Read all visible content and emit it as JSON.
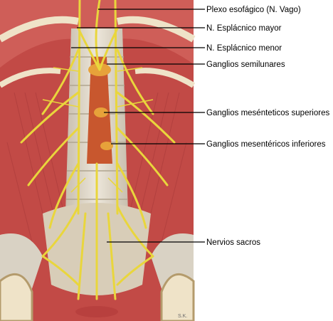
{
  "labels": [
    "Plexo esofágico (N. Vago)",
    "N. Esplácnico mayor",
    "N. Esplácnico menor",
    "Ganglios semilunares",
    "Ganglios mesénteticos superiores",
    "Ganglios mesentéricos inferiores",
    "Nervios sacros"
  ],
  "signature": "S.K.",
  "colors": {
    "muscle": "#c9544f",
    "muscle_dark": "#a83a3a",
    "spine": "#d9d2c4",
    "nerve": "#e9d63c",
    "nerve_dark": "#b8a020",
    "ganglion": "#d97a2a",
    "bone": "#e8d9bd",
    "leader": "#000000"
  }
}
